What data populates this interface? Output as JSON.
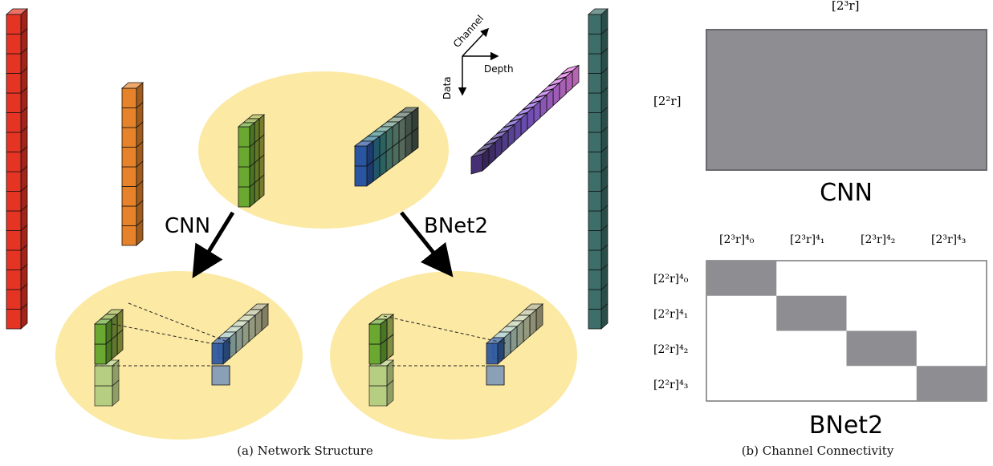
{
  "axes": {
    "channel": "Channel",
    "depth": "Depth",
    "data": "Data"
  },
  "arrows": {
    "left": "CNN",
    "right": "BNet2"
  },
  "panel_b": {
    "cnn": {
      "col_label": "[2³r]",
      "row_label": "[2²r]",
      "title": "CNN"
    },
    "bnet2": {
      "title": "BNet2",
      "col_labels": [
        "[2³r]⁴₀",
        "[2³r]⁴₁",
        "[2³r]⁴₂",
        "[2³r]⁴₃"
      ],
      "row_labels": [
        "[2²r]⁴₀",
        "[2²r]⁴₁",
        "[2²r]⁴₂",
        "[2²r]⁴₃"
      ]
    }
  },
  "captions": {
    "a": "(a) Network Structure",
    "b": "(b) Channel Connectivity"
  },
  "colors": {
    "ellipse": "#fbe9a4",
    "red": "#e53424",
    "orange": "#e6832a",
    "teal": "#3d6e6a",
    "green": "#6aa832",
    "olive": "#aab040",
    "blue": "#2a55a0",
    "block": "#8e8d92"
  }
}
